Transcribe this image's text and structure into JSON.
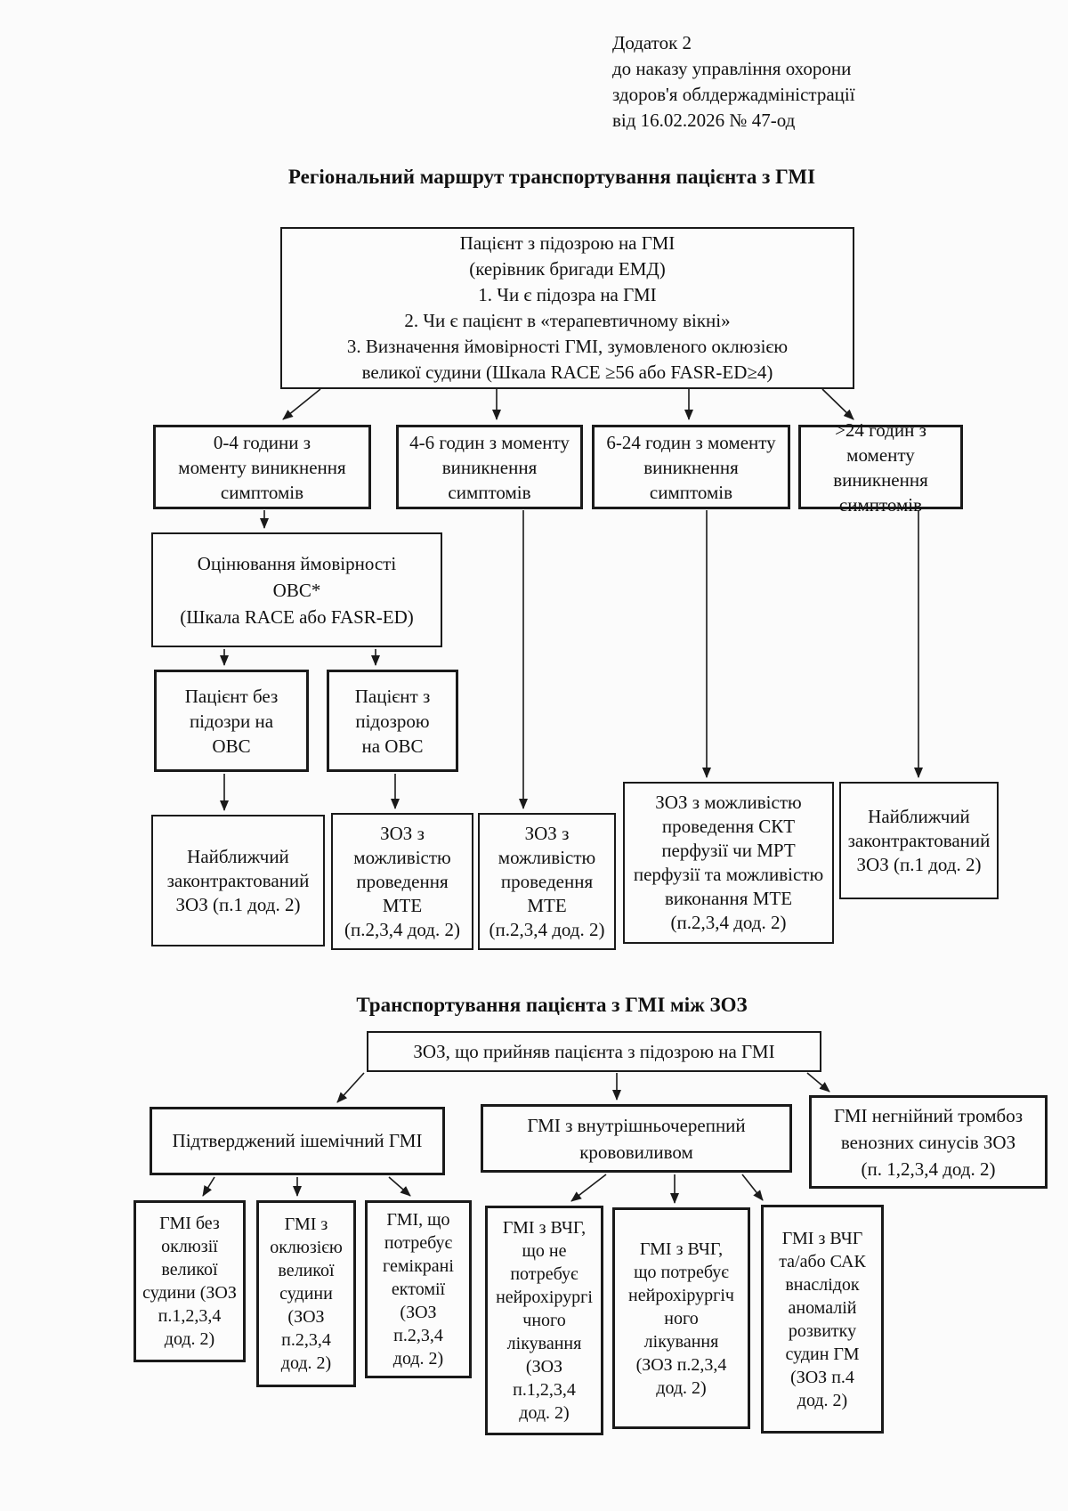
{
  "document": {
    "header": "Додаток 2\nдо наказу управління охорони\nздоров'я облдержадміністрації\nвід 16.02.2026 № 47-од"
  },
  "section1": {
    "title": "Регіональний маршрут транспортування пацієнта з ГМІ",
    "patient_box": "Пацієнт з підозрою на ГМІ\n(керівник бригади ЕМД)\n1. Чи є підозра на ГМІ\n2. Чи є пацієнт в «терапевтичному вікні»\n3. Визначення ймовірності ГМІ, зумовленого оклюзією\nвеликої судини (Шкала RACE ≥56 або FASR-ED≥4)",
    "time_0_4": "0-4 години з\nмоменту виникнення\nсимптомів",
    "time_4_6": "4-6 годин з моменту\nвиникнення\nсимптомів",
    "time_6_24": "6-24 годин з моменту\nвиникнення\nсимптомів",
    "time_over_24": ">24 годин з моменту\nвиникнення\nсимптомів",
    "ovs_assessment": "Оцінювання ймовірності\nОВС*\n(Шкала RACE або FASR-ED)",
    "patient_no_ovs": "Пацієнт без\nпідозри на\nОВС",
    "patient_with_ovs": "Пацієнт з\nпідозрою\nна ОВС",
    "nearest_zoz_left": "Найближчий\nзаконтрактований\nЗОЗ (п.1 дод. 2)",
    "mte_zoz_1": "ЗОЗ з\nможливістю\nпроведення\nМТЕ\n(п.2,3,4 дод. 2)",
    "mte_zoz_2": "ЗОЗ з\nможливістю\nпроведення\nМТЕ\n(п.2,3,4 дод. 2)",
    "skt_mrt_zoz": "ЗОЗ з можливістю\nпроведення СКТ\nперфузії чи МРТ\nперфузії та можливістю\nвиконання МТЕ\n(п.2,3,4 дод. 2)",
    "nearest_zoz_right": "Найближчий\nзаконтрактований\nЗОЗ (п.1 дод. 2)"
  },
  "section2": {
    "title": "Транспортування пацієнта з ГМІ між ЗОЗ",
    "zoz_received": "ЗОЗ, що прийняв пацієнта з підозрою на ГМІ",
    "ischemic": "Підтверджений ішемічний ГМІ",
    "hemorrhage": "ГМІ з  внутрішньочерепний\nкрововиливом",
    "venous_thrombosis": "ГМІ негнійний тромбоз\nвенозних синусів ЗОЗ\n(п. 1,2,3,4 дод. 2)",
    "no_occlusion": "ГМІ без\nоклюзії\nвеликої\nсудини (ЗОЗ\nп.1,2,3,4\nдод. 2)",
    "with_occlusion": "ГМІ з\nоклюзією\nвеликої\nсудини\n(ЗОЗ\nп.2,3,4\nдод. 2)",
    "hemicraniectomy": "ГМІ, що\nпотребує\nгемікрані\nектомії\n(ЗОЗ\nп.2,3,4\nдод. 2)",
    "vchg_no_neuro": "ГМІ з ВЧГ,\nщо не\nпотребує\nнейрохірургі\nчного\nлікування\n(ЗОЗ\nп.1,2,3,4\nдод. 2)",
    "vchg_neuro": "ГМІ з ВЧГ,\nщо потребує\nнейрохірургіч\nного\nлікування\n(ЗОЗ п.2,3,4\nдод. 2)",
    "vchg_sak": "ГМІ з ВЧГ\nта/або САК\nвнаслідок\nаномалій\nрозвитку\nсудин ГМ\n(ЗОЗ п.4\nдод. 2)"
  }
}
